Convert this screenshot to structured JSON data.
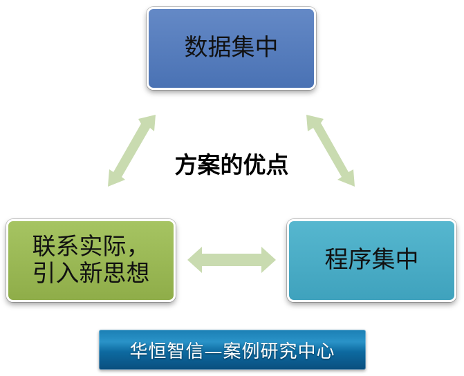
{
  "diagram": {
    "nodes": {
      "top": "数据集中",
      "left_line1": "联系实际，",
      "left_line2": "引入新思想",
      "right": "程序集中"
    },
    "center_title": "方案的优点",
    "colors": {
      "top": "#5079bb",
      "left": "#9bbb59",
      "right": "#4bacc6",
      "arrow": "#c9dbb0"
    }
  },
  "footer": {
    "banner_text": "华恒智信—案例研究中心",
    "color": "#1670a8"
  }
}
